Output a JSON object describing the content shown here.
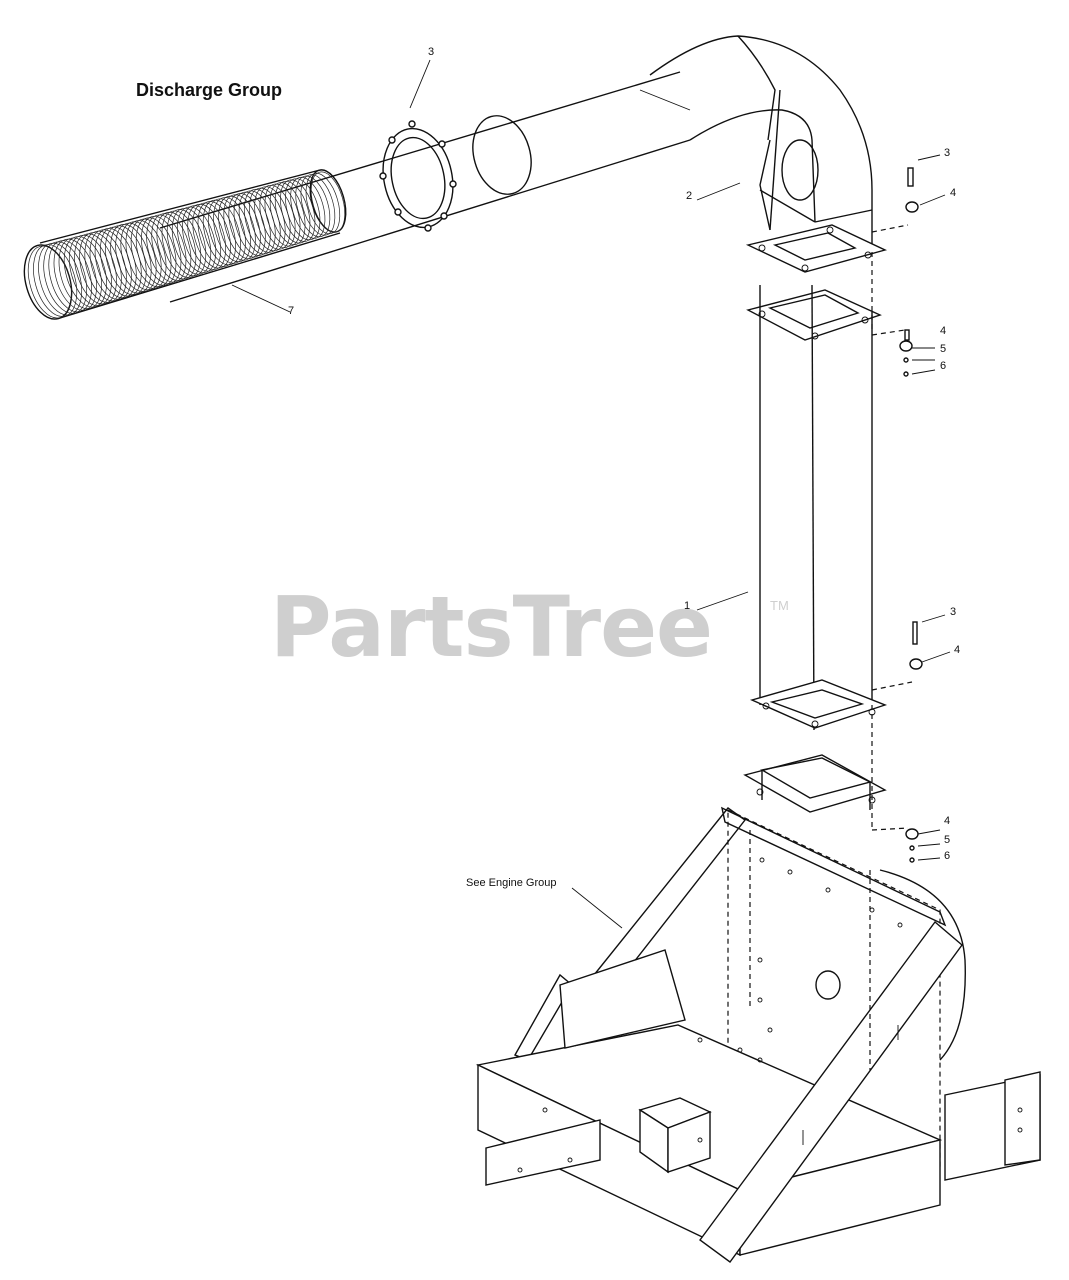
{
  "title": "Discharge Group",
  "watermark": {
    "text": "PartsTree",
    "tm": "TM"
  },
  "note": "See Engine Group",
  "callouts": [
    {
      "label": "3"
    },
    {
      "label": "2"
    },
    {
      "label": "7"
    },
    {
      "label": "3"
    },
    {
      "label": "4"
    },
    {
      "label": "4"
    },
    {
      "label": "5"
    },
    {
      "label": "6"
    },
    {
      "label": "1"
    },
    {
      "label": "3"
    },
    {
      "label": "4"
    },
    {
      "label": "4"
    },
    {
      "label": "5"
    },
    {
      "label": "6"
    }
  ]
}
